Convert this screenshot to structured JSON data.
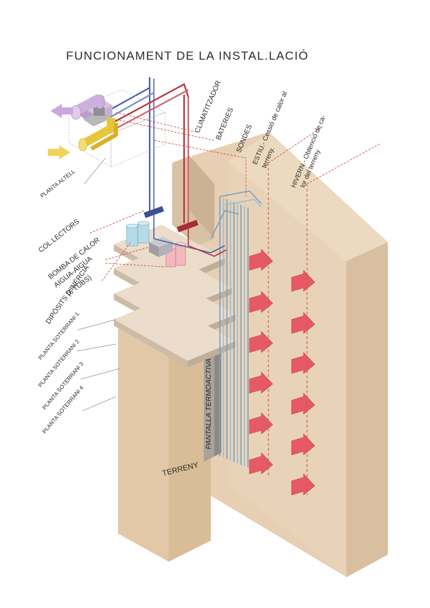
{
  "title": "FUNCIONAMENT DE LA INSTAL.LACIÓ",
  "labels": {
    "climatitzador": "CLIMATITZADOR",
    "bateries": "BATERIES",
    "sondes": "SONDES",
    "estiu_1": "ESTIU.- Cessió de calor al",
    "estiu_2": "terreny.",
    "hivern_1": "HIVERN.- Obtenció de ca-",
    "hivern_2": "lor del terreny",
    "planta_altell": "PLANTA ALTELL",
    "col_lectors": "COL.LECTORS",
    "bomba_1": "BOMBA DE CALOR",
    "bomba_2": "AIGUA-AIGUA",
    "bomba_3": "(6 TUBS)",
    "diposits": "DIPÒSITS D'INÈRCIA",
    "soterrani_1": "PLANTA SOTERRANI 1",
    "soterrani_2": "PLANTA SOTERRANI 2",
    "soterrani_3": "PLANTA SOTERRANI 3",
    "soterrani_4": "PLANTA SOTERRANI 4",
    "pantalla": "PANTALLA TERMOACTIVA",
    "terreny": "TERRENY"
  },
  "colors": {
    "ground": "#e6cfb3",
    "slab": "#ebdccb",
    "cold_pipe": "#4c63a6",
    "hot_pipe": "#b8343d",
    "arrow": "#e65a64",
    "dashed": "#d24e46"
  }
}
